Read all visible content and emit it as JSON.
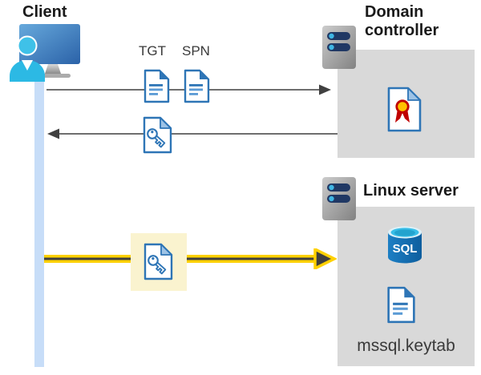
{
  "diagram": {
    "labels": {
      "client": "Client",
      "domain_controller": "Domain controller",
      "linux_server": "Linux server",
      "tgt": "TGT",
      "spn": "SPN",
      "keytab": "mssql.keytab",
      "sql": "SQL"
    },
    "colors": {
      "doc_border_blue": "#2E75B6",
      "doc_line_blue": "#5B9BD5",
      "doc_fold_light": "#9DC3E6",
      "node_box_gray": "#D9D9D9",
      "highlight_cream": "#FAF3CF",
      "timeline_blue": "#C7DDF8",
      "arrow_gray": "#595959",
      "arrowhead_dark": "#404040",
      "yellow_arrow": "#FFD100",
      "sql_cylinder_blue": "#1172BA",
      "sql_top_cyan": "#38BEE8",
      "seal_red": "#C00000",
      "seal_yellow": "#FFC000",
      "server_slot_navy": "#203864",
      "server_dot_cyan": "#3FB6E4",
      "monitor_blue": "#2E67AB",
      "person_cyan": "#2CB9E4"
    }
  }
}
